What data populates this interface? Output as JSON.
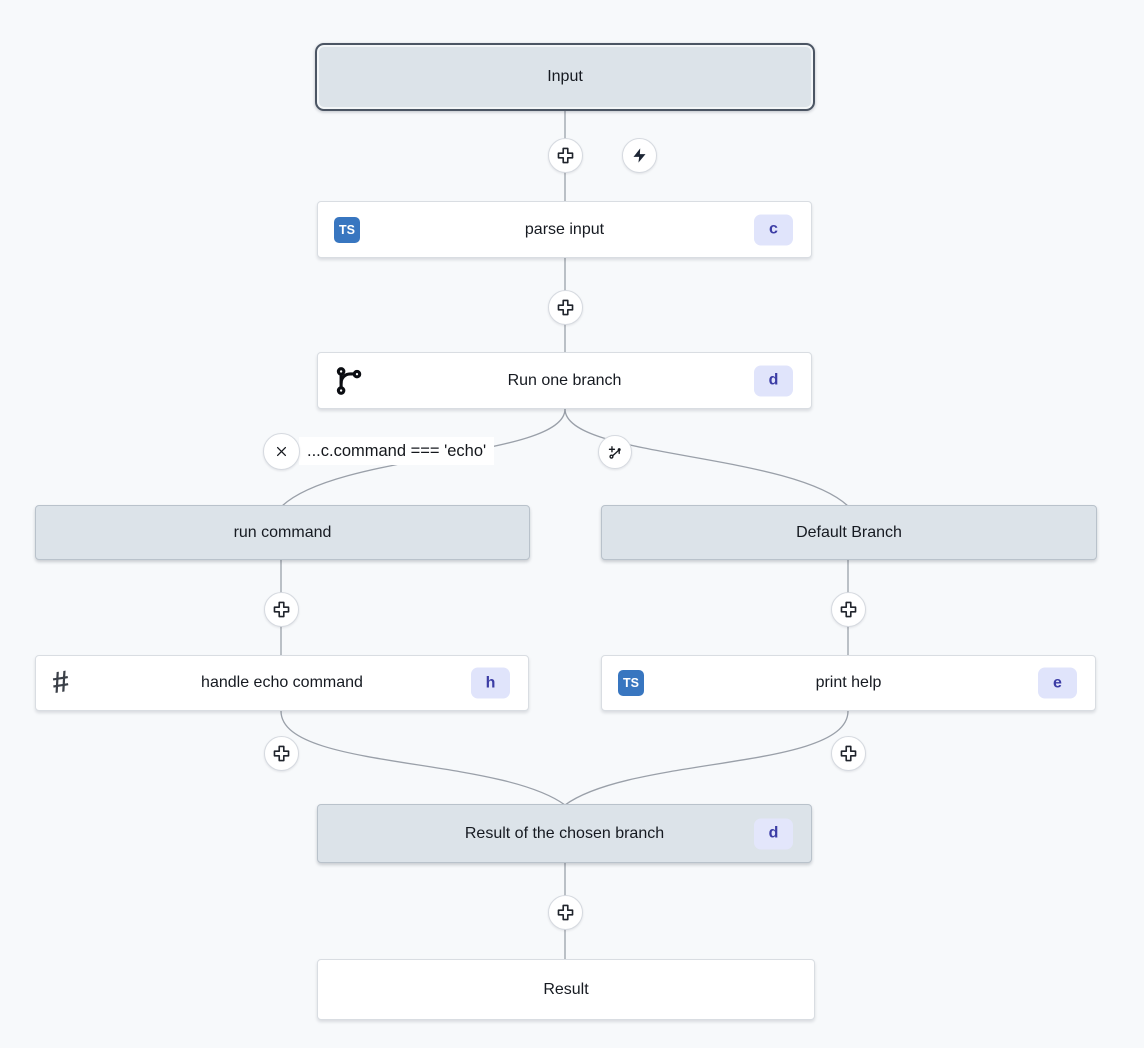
{
  "flow": {
    "input_label": "Input",
    "result_label": "Result",
    "steps": {
      "parse_input": {
        "label": "parse input",
        "badge": "c",
        "language": "TypeScript"
      },
      "run_one_branch": {
        "label": "Run one branch",
        "badge": "d"
      },
      "handle_echo_command": {
        "label": "handle echo command",
        "badge": "h",
        "language": "Bash"
      },
      "print_help": {
        "label": "print help",
        "badge": "e",
        "language": "TypeScript"
      },
      "result_of_chosen_branch": {
        "label": "Result of the chosen branch",
        "badge": "d"
      }
    },
    "branches": {
      "condition_label": "...c.command === 'echo'",
      "left_header": "run command",
      "right_header": "Default Branch"
    },
    "icons": {
      "typescript_abbrev": "TS"
    },
    "colors": {
      "canvas_bg": "#f7f9fb",
      "virtual_node_bg": "#dce3e9",
      "selected_border": "#4b5563",
      "node_border": "#d9dde2",
      "edge": "#9aa0a9",
      "typescript_blue": "#3876c0",
      "badge_bg": "#e0e4fb",
      "badge_text": "#3b3ca5"
    }
  }
}
